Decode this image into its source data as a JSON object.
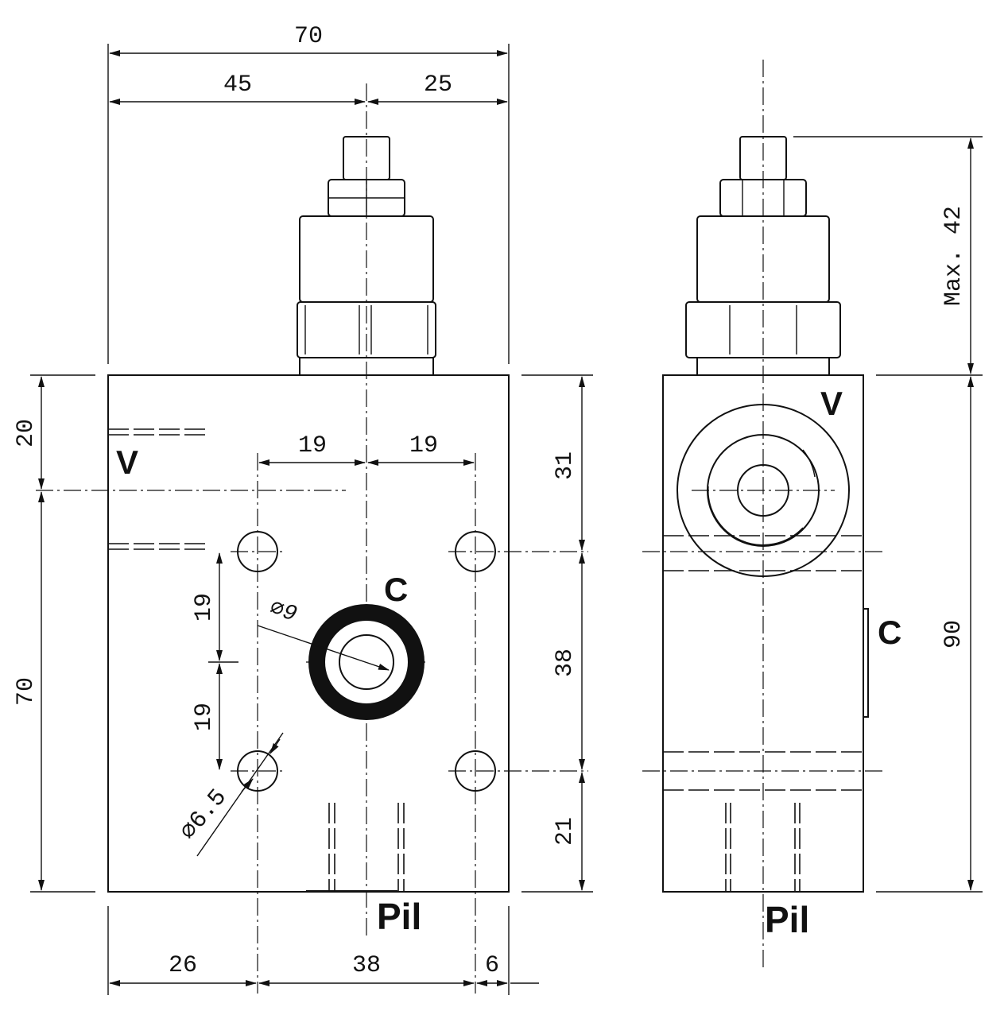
{
  "dimensions": {
    "front_overall_width": "70",
    "front_left_width": "45",
    "front_right_width": "25",
    "hole_spacing_left": "19",
    "hole_spacing_right": "19",
    "top_to_v_axis": "20",
    "block_height_front": "70",
    "hole_vertical_upper": "19",
    "hole_vertical_lower": "19",
    "right_top": "31",
    "right_mid": "38",
    "right_bottom": "21",
    "bottom_left": "26",
    "bottom_mid": "38",
    "bottom_right": "6",
    "max_height": "Max. 42",
    "side_total_height": "90",
    "port_diameter": "⌀9",
    "mount_hole_diameter": "⌀6.5"
  },
  "ports": {
    "v_front": "V",
    "c_front": "C",
    "pil_front": "Pil",
    "v_side": "V",
    "c_side": "C",
    "pil_side": "Pil"
  }
}
